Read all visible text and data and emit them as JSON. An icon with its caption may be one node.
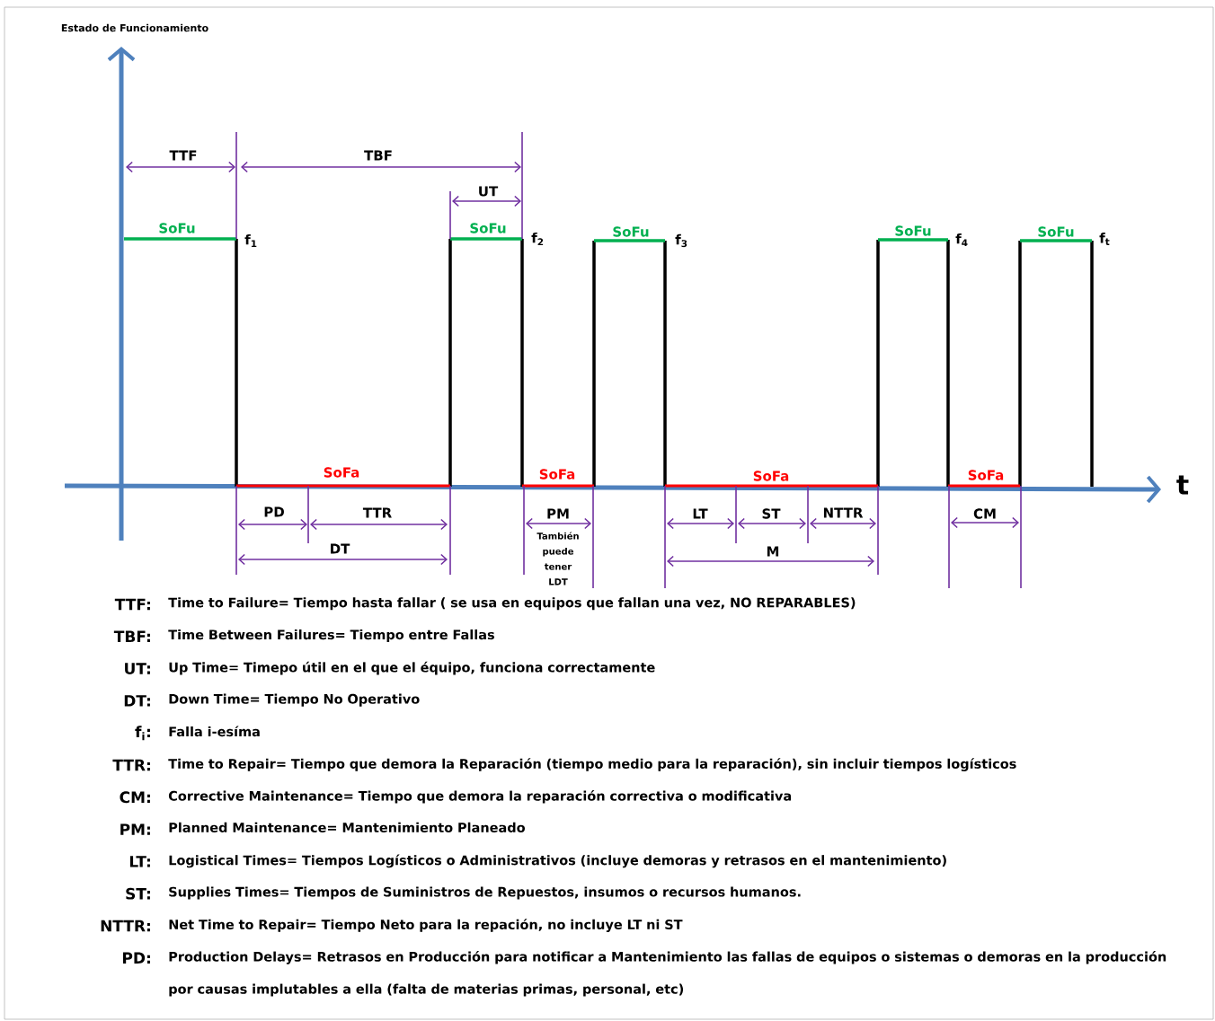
{
  "diagram": {
    "labels": [
      "Estado de Funcionamiento",
      "TTF",
      "TBF",
      "UT",
      "SoFu",
      "SoFu",
      "SoFu",
      "SoFu",
      "SoFu",
      "f$_{1}$",
      "f$_{2}$",
      "f$_{3}$",
      "f$_{4}$",
      "f$_{t}$",
      "SoFa",
      "SoFa",
      "SoFa",
      "SoFa",
      "t",
      "PD",
      "TTR",
      "PM",
      "LT",
      "ST",
      "NTTR",
      "CM",
      "DT",
      "También puede tener LDT",
      "M",
      "TTF:",
      "Time to Failure= Tiempo hasta fallar ( se usa en equipos que fallan una vez, NO REPARABLES)",
      "TBF:",
      "Time Between Failures= Tiempo entre Fallas",
      "UT:",
      "Up Time= Timepo útil en el que el équipo, funciona correctamente",
      "DT:",
      "Down Time= Tiempo No Operativo",
      "f$_{i}$:",
      "Falla i-esíma",
      "TTR:",
      "Time to Repair= Tiempo que demora la Reparación (tiempo medio para la reparación), sin incluir tiempos logísticos",
      "CM:",
      "Corrective Maintenance= Tiempo que demora la reparación correctiva o modificativa",
      "PM:",
      "Planned Maintenance= Mantenimiento Planeado",
      "LT:",
      "Logistical Times= Tiempos Logísticos o Administrativos (incluye demoras y retrasos en el mantenimiento)",
      "ST:",
      "Supplies Times= Tiempos de Suministros de Repuestos, insumos o recursos humanos.",
      "NTTR:",
      "Net Time to Repair= Tiempo Neto para la repación, no incluye LT ni ST",
      "PD:",
      "Production Delays= Retrasos en Producción para notificar a Mantenimiento las fallas de equipos o sistemas o demoras en la producción por causas implutables a ella (falta de materias primas, personal, etc)"
    ]
  }
}
